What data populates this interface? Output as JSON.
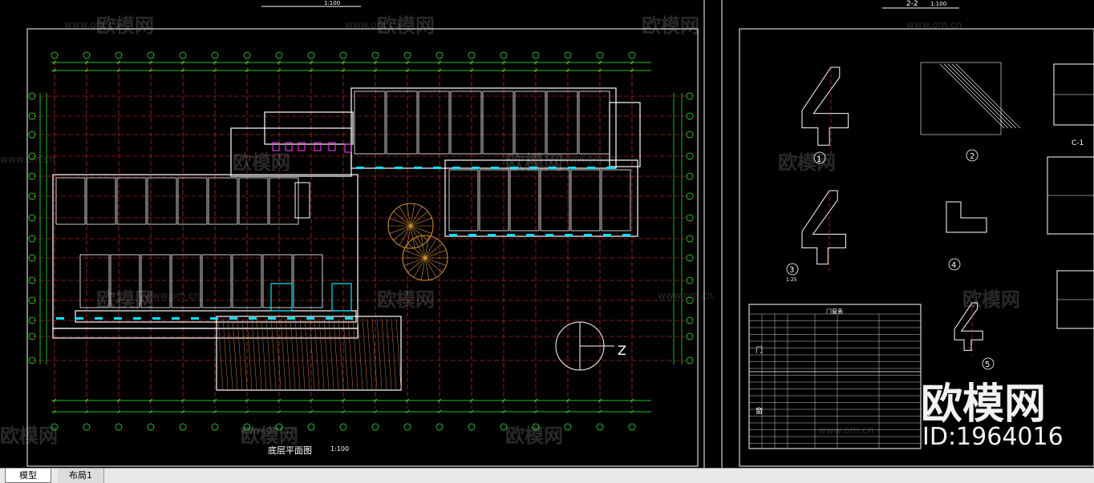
{
  "drawing": {
    "main_plan_title": "底层平面图",
    "main_plan_scale": "1:100",
    "top_left_scale": "1:100",
    "section_title": "2-2",
    "section_scale": "1:100",
    "north_label": "Z",
    "detail_labels": [
      "1",
      "2",
      "3",
      "4",
      "5"
    ],
    "detail_scale": "1:25",
    "window_label": "C-1",
    "table_title": "门窗表",
    "table_group_door": "门",
    "table_group_window": "窗"
  },
  "watermarks": {
    "brand_small": "欧模网",
    "url": "www.om.cn",
    "brand_large": "欧模网",
    "id_text": "ID:1964016"
  },
  "tabs": [
    {
      "label": "模型",
      "active": true
    },
    {
      "label": "布局1",
      "active": false
    }
  ],
  "colors": {
    "background": "#000000",
    "grid_axis": "#ff3030",
    "walls": "#ffffff",
    "dimensions": "#30ff30",
    "accent_cyan": "#00e5ff",
    "accent_magenta": "#ff40ff",
    "trees": "#d89a3a",
    "hatch": "#c08050",
    "frame": "#ffffff"
  }
}
